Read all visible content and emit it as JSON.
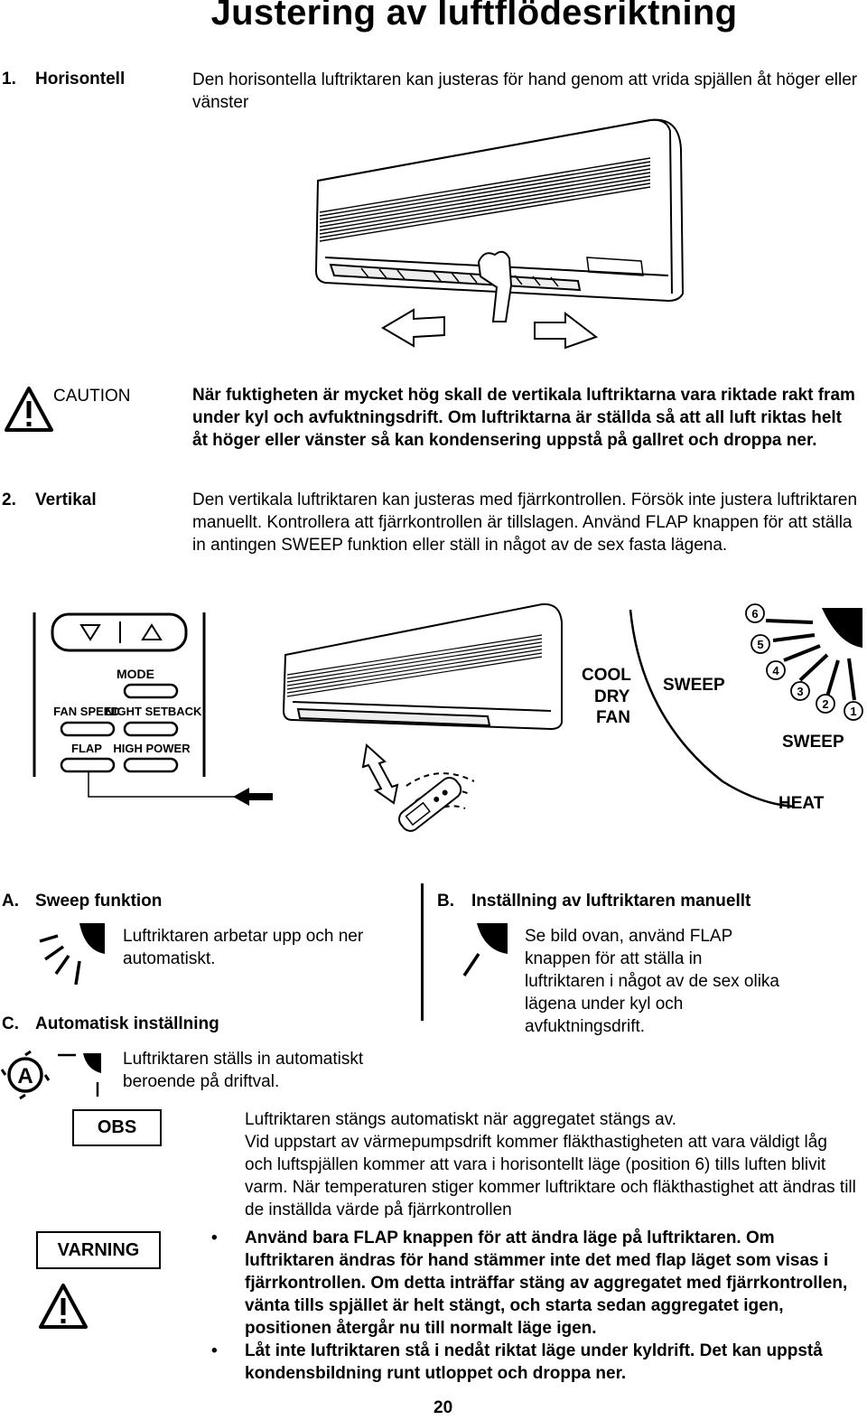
{
  "title": "Justering av luftflödesriktning",
  "section1": {
    "number": "1.",
    "label": "Horisontell",
    "text": "Den horisontella luftriktaren kan justeras för hand genom att vrida spjällen åt höger eller vänster"
  },
  "caution": {
    "label": "CAUTION",
    "text": "När fuktigheten är mycket hög skall de vertikala luftriktarna vara riktade rakt fram under kyl och avfuktningsdrift. Om luftriktarna är ställda så att all luft riktas helt åt höger eller vänster så kan kondensering uppstå på gallret och droppa ner."
  },
  "section2": {
    "number": "2.",
    "label": "Vertikal",
    "text": "Den vertikala luftriktaren kan justeras med fjärrkontrollen. Försök inte justera luftriktaren manuellt. Kontrollera att fjärrkontrollen är tillslagen. Använd FLAP knappen för att ställa in antingen SWEEP funktion eller ställ in något av de sex fasta lägena."
  },
  "remote_buttons": {
    "mode": "MODE",
    "fan_speed": "FAN SPEED",
    "night_setback": "NIGHT SETBACK",
    "flap": "FLAP",
    "high_power": "HIGH POWER"
  },
  "modes_diagram": {
    "cool": "COOL",
    "dry": "DRY",
    "fan": "FAN",
    "sweep_top": "SWEEP",
    "sweep_bottom": "SWEEP",
    "heat": "HEAT",
    "positions": [
      "1",
      "2",
      "3",
      "4",
      "5",
      "6"
    ]
  },
  "sectionA": {
    "letter": "A.",
    "label": "Sweep funktion",
    "text": "Luftriktaren arbetar upp och ner automatiskt."
  },
  "sectionB": {
    "letter": "B.",
    "label": "Inställning av luftriktaren manuellt",
    "text": "Se bild ovan, använd FLAP knappen för att ställa in luftriktaren i något av de sex olika lägena under kyl och avfuktningsdrift."
  },
  "sectionC": {
    "letter": "C.",
    "label": "Automatisk inställning",
    "text": "Luftriktaren ställs in automatiskt beroende på driftval.",
    "auto_icon_letter": "A"
  },
  "obs": {
    "label": "OBS",
    "bullets": [
      "Luftriktaren stängs automatiskt när aggregatet stängs av.",
      "Vid uppstart av värmepumpsdrift kommer fläkthastigheten att vara väldigt låg och luftspjällen kommer att vara i horisontellt läge (position 6) tills luften blivit varm. När temperaturen stiger kommer luftriktare och fläkthastighet att ändras till de inställda värde på fjärrkontrollen"
    ]
  },
  "warning": {
    "label": "VARNING",
    "bullets": [
      "Använd bara FLAP knappen för att ändra läge på luftriktaren. Om luftriktaren ändras för hand stämmer inte det med flap läget som visas i fjärrkontrollen. Om detta inträffar stäng av aggregatet med fjärrkontrollen, vänta tills spjället är helt stängt, och starta sedan aggregatet igen, positionen återgår nu till normalt läge igen.",
      "Låt inte luftriktaren stå i nedåt riktat läge under kyldrift. Det kan uppstå kondensbildning runt utloppet och droppa ner."
    ]
  },
  "page_number": "20"
}
